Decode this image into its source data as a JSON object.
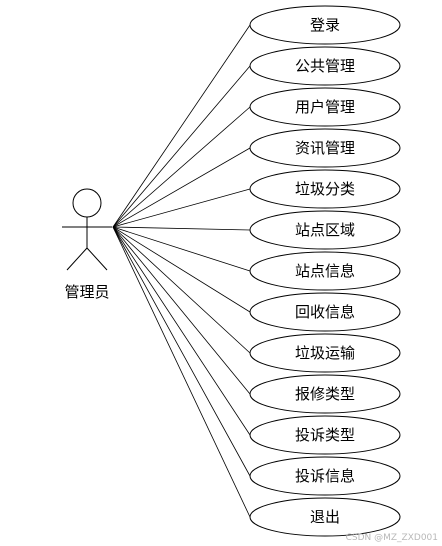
{
  "actor": {
    "name": "管理员"
  },
  "use_cases": [
    {
      "label": "登录"
    },
    {
      "label": "公共管理"
    },
    {
      "label": "用户管理"
    },
    {
      "label": "资讯管理"
    },
    {
      "label": "垃圾分类"
    },
    {
      "label": "站点区域"
    },
    {
      "label": "站点信息"
    },
    {
      "label": "回收信息"
    },
    {
      "label": "垃圾运输"
    },
    {
      "label": "报修类型"
    },
    {
      "label": "投诉类型"
    },
    {
      "label": "投诉信息"
    },
    {
      "label": "退出"
    }
  ],
  "watermark": "CSDN @MZ_ZXD001"
}
